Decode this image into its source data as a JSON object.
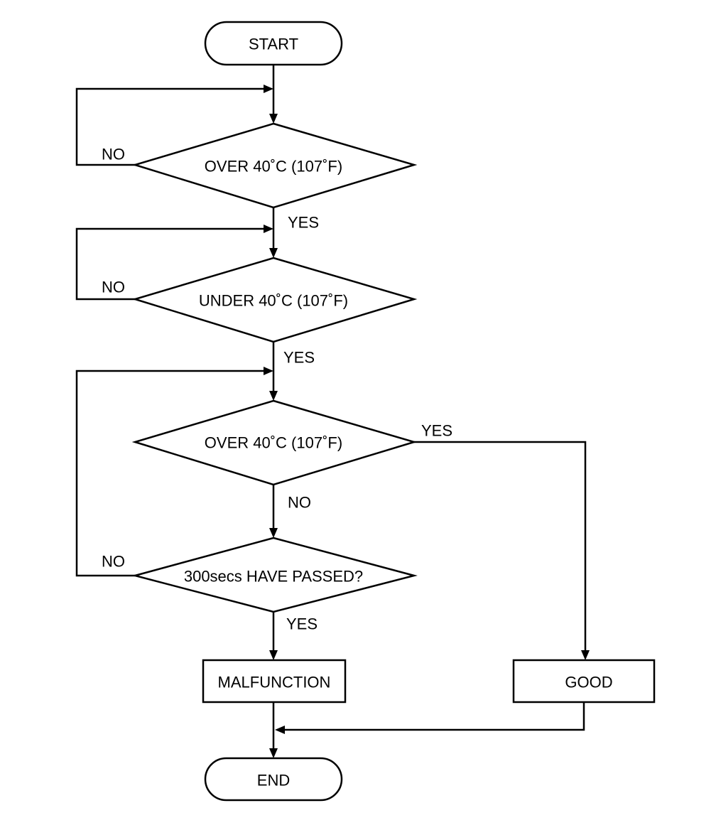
{
  "diagram": {
    "nodes": {
      "start": "START",
      "decision_over_1": "OVER 40˚C (107˚F)",
      "decision_under": "UNDER 40˚C (107˚F)",
      "decision_over_2": "OVER 40˚C (107˚F)",
      "decision_300secs": "300secs HAVE PASSED?",
      "malfunction": "MALFUNCTION",
      "good": "GOOD",
      "end": "END"
    },
    "edge_labels": {
      "over_1_no": "NO",
      "over_1_yes": "YES",
      "under_no": "NO",
      "under_yes": "YES",
      "over_2_yes": "YES",
      "over_2_no": "NO",
      "secs_no": "NO",
      "secs_yes": "YES"
    }
  }
}
